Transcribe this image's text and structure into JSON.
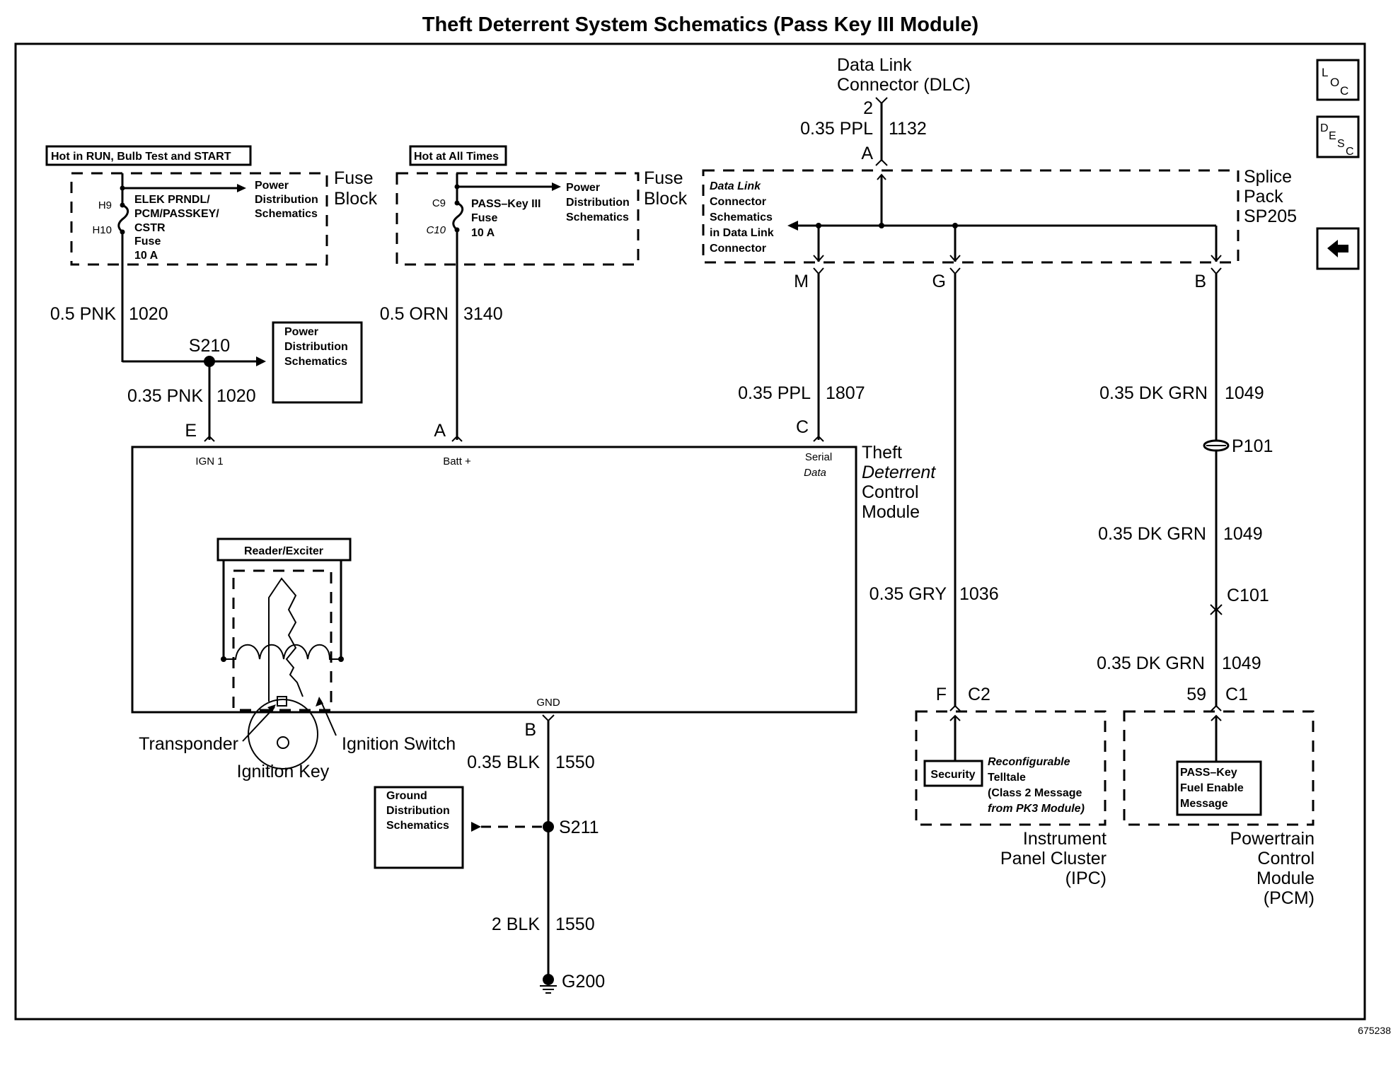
{
  "title": "Theft Deterrent System Schematics (Pass Key III Module)",
  "figure_id": "675238",
  "nav_icons": [
    {
      "name": "loc-icon",
      "letters": [
        "L",
        "O",
        "C"
      ]
    },
    {
      "name": "desc-icon",
      "letters": [
        "D",
        "E",
        "S",
        "C"
      ]
    },
    {
      "name": "back-arrow-icon",
      "glyph": "back"
    }
  ],
  "power_sources": {
    "run_bulb_start": "Hot in RUN, Bulb Test and START",
    "all_times": "Hot at All Times"
  },
  "fuse_block_left": {
    "label": [
      "Fuse",
      "Block"
    ],
    "terminal_top": "H9",
    "terminal_bottom": "H10",
    "fuse_name": [
      "ELEK PRNDL/",
      "PCM/PASSKEY/",
      "CSTR",
      "Fuse",
      "10 A"
    ],
    "power_dist": [
      "Power",
      "Distribution",
      "Schematics"
    ]
  },
  "fuse_block_center": {
    "label": [
      "Fuse",
      "Block"
    ],
    "terminal_top": "C9",
    "terminal_bottom": "C10",
    "fuse_name": [
      "PASS–Key III",
      "Fuse",
      "10 A"
    ],
    "power_dist": [
      "Power",
      "Distribution",
      "Schematics"
    ]
  },
  "wires": {
    "pnk_upper": {
      "gauge_color": "0.5 PNK",
      "circuit": "1020"
    },
    "pnk_lower": {
      "gauge_color": "0.35 PNK",
      "circuit": "1020"
    },
    "orn": {
      "gauge_color": "0.5 ORN",
      "circuit": "3140"
    },
    "dlc": {
      "gauge_color": "0.35 PPL",
      "circuit": "1132"
    },
    "serial": {
      "gauge_color": "0.35 PPL",
      "circuit": "1807"
    },
    "gry": {
      "gauge_color": "0.35 GRY",
      "circuit": "1036"
    },
    "dkgrn_1": {
      "gauge_color": "0.35 DK GRN",
      "circuit": "1049"
    },
    "dkgrn_2": {
      "gauge_color": "0.35 DK GRN",
      "circuit": "1049"
    },
    "dkgrn_3": {
      "gauge_color": "0.35 DK GRN",
      "circuit": "1049"
    },
    "blk_upper": {
      "gauge_color": "0.35 BLK",
      "circuit": "1550"
    },
    "blk_lower": {
      "gauge_color": "2 BLK",
      "circuit": "1550"
    }
  },
  "splices": {
    "s210": "S210",
    "s211": "S211",
    "p101": "P101",
    "c101": "C101",
    "g200": "G200"
  },
  "power_dist_box": [
    "Power",
    "Distribution",
    "Schematics"
  ],
  "ground_dist_box": [
    "Ground",
    "Distribution",
    "Schematics"
  ],
  "dlc": {
    "title": [
      "Data Link",
      "Connector (DLC)"
    ],
    "pin": "2",
    "pin_splice": "A"
  },
  "splice_pack": {
    "label": [
      "Splice",
      "Pack",
      "SP205"
    ],
    "inner": [
      "Data Link",
      "Connector",
      "Schematics",
      "in Data Link",
      "Connector"
    ],
    "pins": [
      "M",
      "G",
      "B"
    ]
  },
  "tdcm": {
    "label": [
      "Theft",
      "Deterrent",
      "Control",
      "Module"
    ],
    "pin_ign": "E",
    "pin_ign_label": "IGN 1",
    "pin_batt": "A",
    "pin_batt_label": "Batt +",
    "pin_serial": "C",
    "pin_serial_label": [
      "Serial",
      "Data"
    ],
    "pin_gnd": "B",
    "pin_gnd_label": "GND",
    "reader": "Reader/Exciter",
    "transponder": "Transponder",
    "ignition_switch": "Ignition Switch",
    "ignition_key": "Ignition Key"
  },
  "ipc": {
    "pin": "F",
    "connector": "C2",
    "security": "Security",
    "telltale": [
      "Reconfigurable",
      "Telltale",
      "(Class 2 Message",
      "from PK3 Module)"
    ],
    "label": [
      "Instrument",
      "Panel Cluster",
      "(IPC)"
    ]
  },
  "pcm": {
    "pin": "59",
    "connector": "C1",
    "message": [
      "PASS–Key",
      "Fuel Enable",
      "Message"
    ],
    "label": [
      "Powertrain",
      "Control",
      "Module",
      "(PCM)"
    ]
  }
}
